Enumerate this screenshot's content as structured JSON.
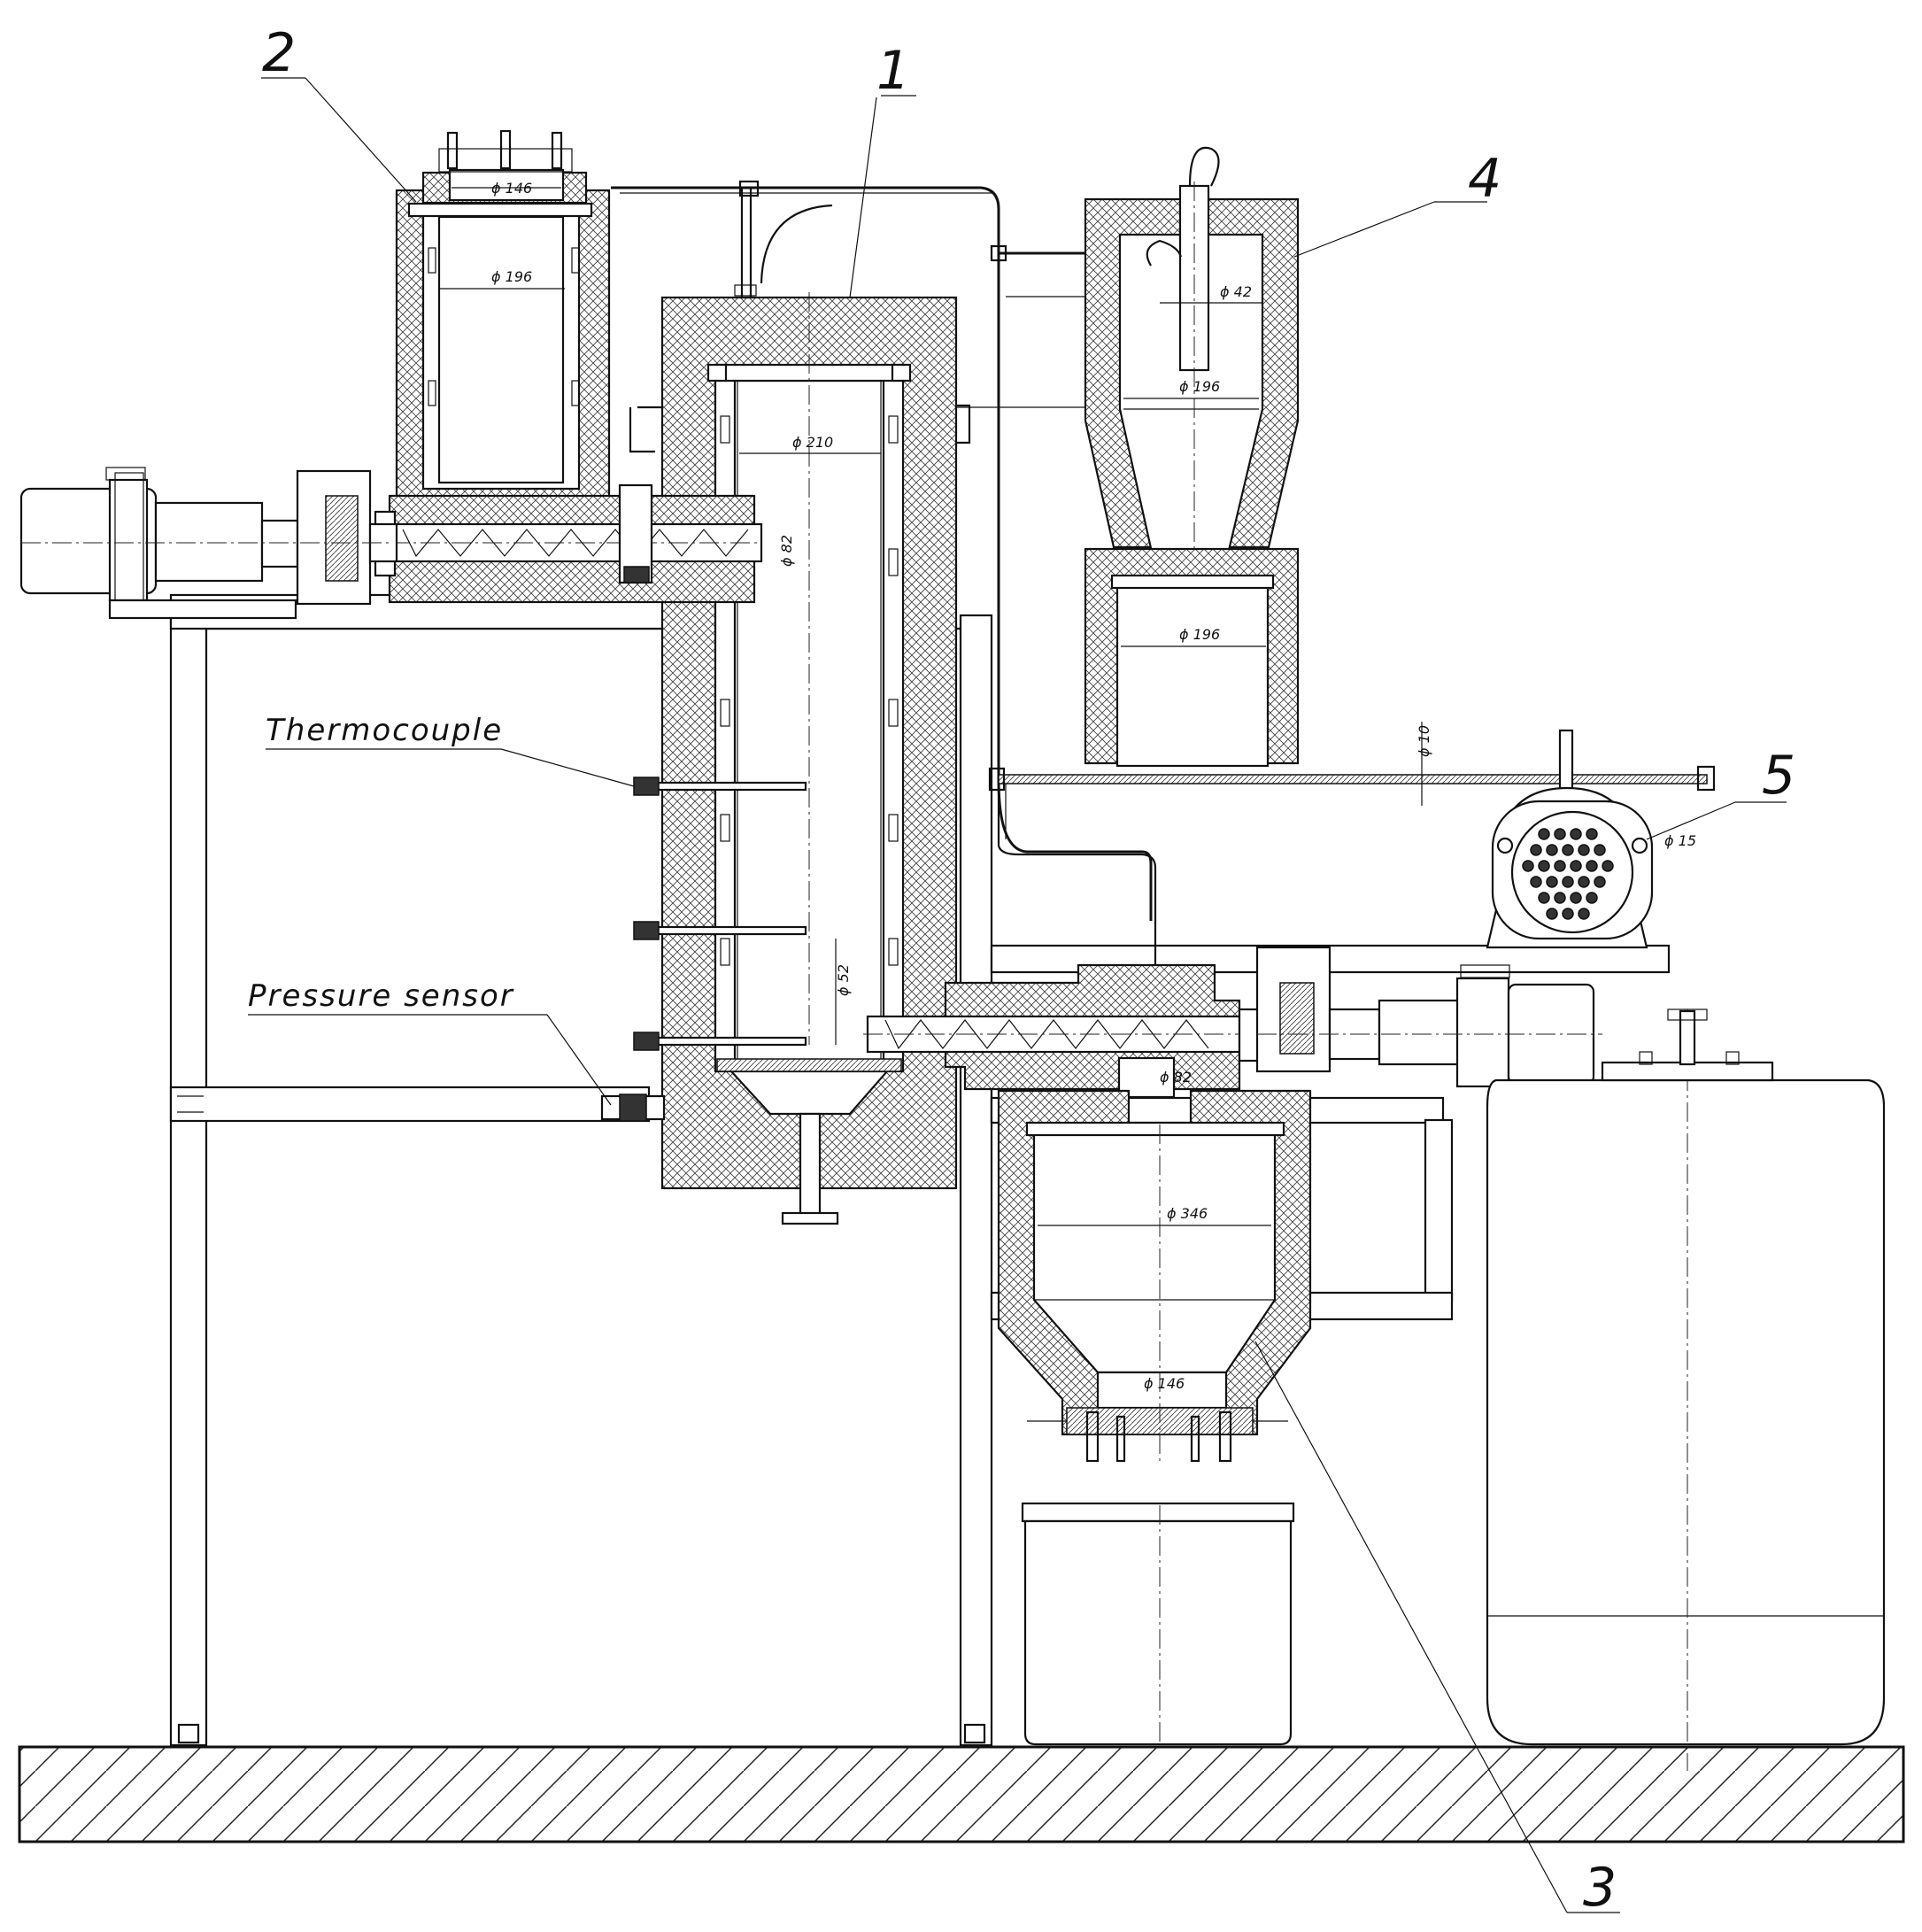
{
  "callouts": {
    "n1": "1",
    "n2": "2",
    "n3": "3",
    "n4": "4",
    "n5": "5",
    "thermocouple": "Thermocouple",
    "pressure_sensor": "Pressure sensor"
  },
  "dimensions": {
    "d146_top": "ϕ 146",
    "d196_hopper": "ϕ 196",
    "d210_reactor": "ϕ 210",
    "d82_auger": "ϕ 82",
    "d52_tube": "ϕ 52",
    "d42_cyclone": "ϕ 42",
    "d196_cyclone": "ϕ 196",
    "d196_bin": "ϕ 196",
    "d10_pipe": "ϕ 10",
    "d15_cooler": "ϕ 15",
    "d82_lower": "ϕ 82",
    "d346_vessel": "ϕ 346",
    "d146_outlet": "ϕ 146"
  },
  "colors": {
    "line": "#111111",
    "background": "#ffffff"
  }
}
